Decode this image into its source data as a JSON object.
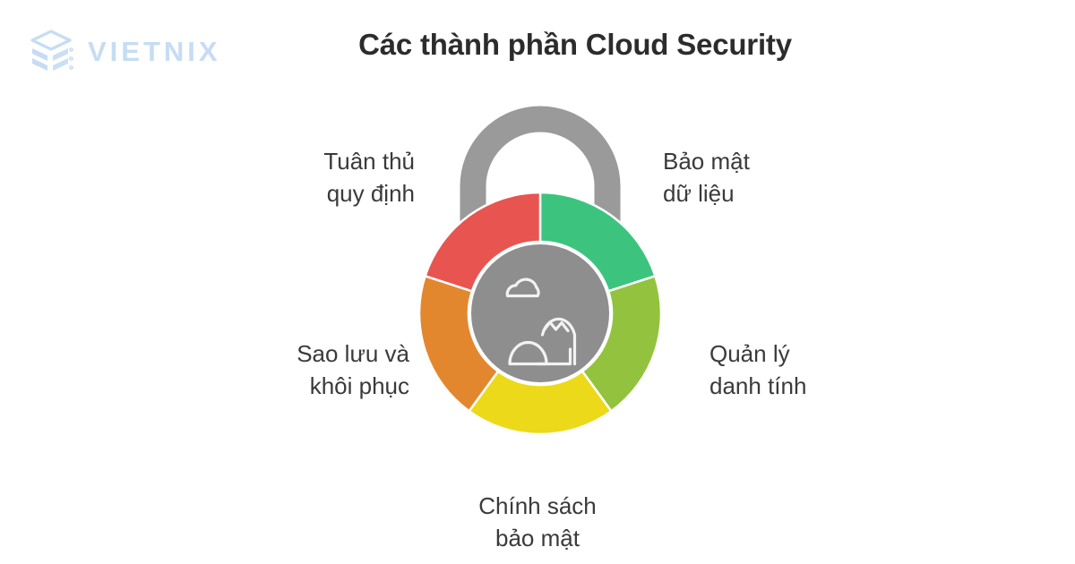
{
  "brand": {
    "name": "VIETNIX",
    "logo_icon": "stacked-layers-icon",
    "logo_color": "#c6dcf4"
  },
  "header": {
    "title": "Các thành phần Cloud Security",
    "title_color": "#2c2c2c"
  },
  "diagram": {
    "type": "padlock-donut-infographic",
    "center_icon": "cloud-mountains-icon",
    "shackle_color": "#999999",
    "hub_color": "#8e8e8e",
    "background": "#ffffff",
    "segments": [
      {
        "id": "data-security",
        "color": "#3cc47f",
        "label_line1": "Bảo mật",
        "label_line2": "dữ liệu",
        "position": "top-right"
      },
      {
        "id": "identity-management",
        "color": "#93c33e",
        "label_line1": "Quản lý",
        "label_line2": "danh tính",
        "position": "right"
      },
      {
        "id": "security-policy",
        "color": "#ecd91a",
        "label_line1": "Chính sách",
        "label_line2": "bảo mật",
        "position": "bottom"
      },
      {
        "id": "backup-recovery",
        "color": "#e3872f",
        "label_line1": "Sao lưu và",
        "label_line2": "khôi phục",
        "position": "left"
      },
      {
        "id": "compliance",
        "color": "#e8544f",
        "label_line1": "Tuân thủ",
        "label_line2": "quy định",
        "position": "top-left"
      }
    ]
  },
  "chart_data": {
    "type": "pie",
    "title": "Các thành phần Cloud Security",
    "categories": [
      "Bảo mật dữ liệu",
      "Quản lý danh tính",
      "Chính sách bảo mật",
      "Sao lưu và khôi phục",
      "Tuân thủ quy định"
    ],
    "values": [
      20,
      20,
      20,
      20,
      20
    ],
    "colors": [
      "#3cc47f",
      "#93c33e",
      "#ecd91a",
      "#e3872f",
      "#e8544f"
    ],
    "legend": "none",
    "grid": false,
    "xlabel": "",
    "ylabel": ""
  }
}
